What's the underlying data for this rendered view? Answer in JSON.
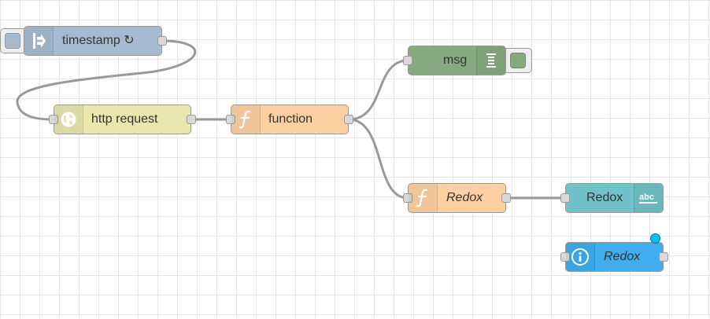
{
  "canvas": {
    "background": "#ffffff",
    "grid_color": "#e6e6e6"
  },
  "nodes": {
    "timestamp": {
      "label": "timestamp ↻",
      "color": "#a6bbcf",
      "icon": "arrow-in-icon"
    },
    "http_request": {
      "label": "http request",
      "color": "#e7e7ae",
      "icon": "globe-icon"
    },
    "function": {
      "label": "function",
      "color": "#fdd0a2",
      "icon": "function-icon"
    },
    "msg": {
      "label": "msg",
      "color": "#87a980",
      "icon": "debug-list-icon"
    },
    "redox_function": {
      "label": "Redox",
      "color": "#fdd0a2",
      "icon": "function-icon"
    },
    "redox_template": {
      "label": "Redox",
      "color": "#70c1c9",
      "icon": "abc-icon"
    },
    "redox_status": {
      "label": "Redox",
      "color": "#3fadee",
      "icon": "info-icon",
      "status_color": "#00bfff"
    }
  }
}
